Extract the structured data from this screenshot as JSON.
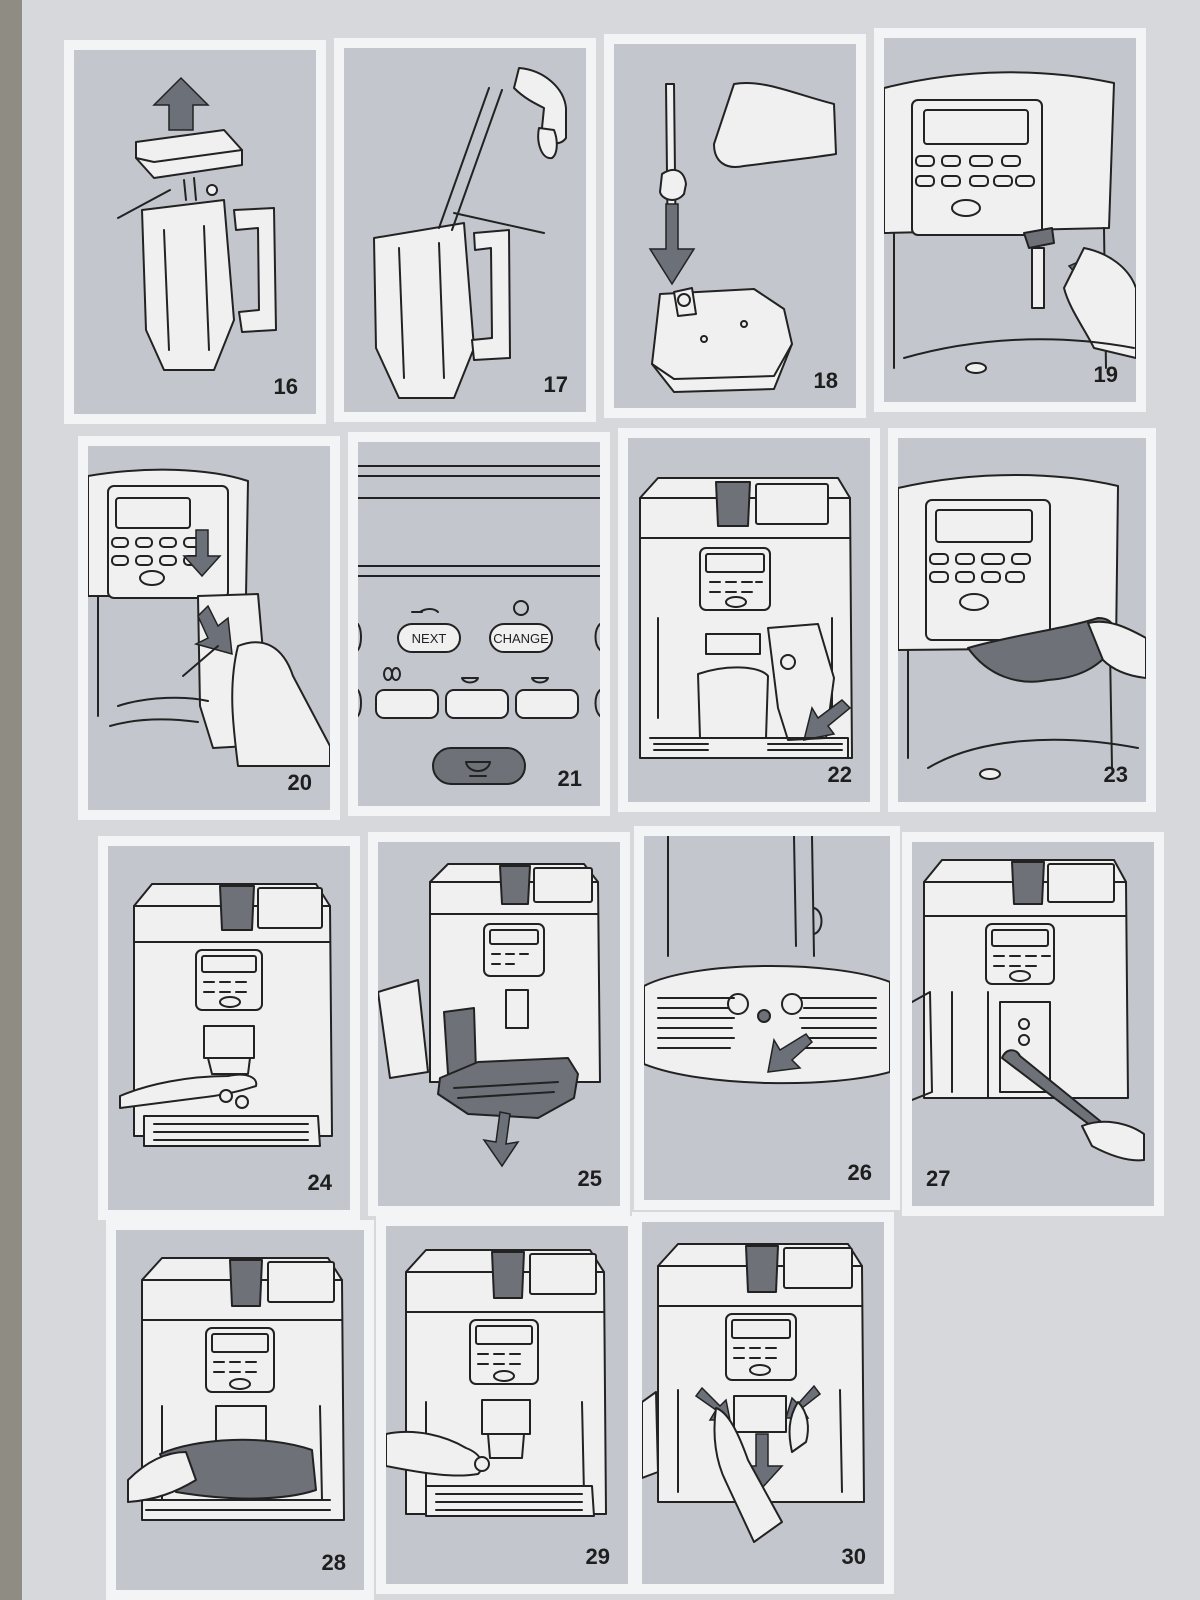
{
  "figures": [
    {
      "number": "16",
      "icon": "milk-jug-lid-lift"
    },
    {
      "number": "17",
      "icon": "milk-jug-tube-removal"
    },
    {
      "number": "18",
      "icon": "milk-container-insert"
    },
    {
      "number": "19",
      "icon": "machine-nozzle-removal"
    },
    {
      "number": "20",
      "icon": "machine-jug-insert"
    },
    {
      "number": "21",
      "icon": "control-panel-buttons"
    },
    {
      "number": "22",
      "icon": "machine-jug-attach"
    },
    {
      "number": "23",
      "icon": "machine-cloth-wipe"
    },
    {
      "number": "24",
      "icon": "machine-nozzle-clean"
    },
    {
      "number": "25",
      "icon": "machine-drip-tray-remove"
    },
    {
      "number": "26",
      "icon": "drip-tray-float"
    },
    {
      "number": "27",
      "icon": "machine-brush-clean"
    },
    {
      "number": "28",
      "icon": "machine-cloth-tray"
    },
    {
      "number": "29",
      "icon": "machine-spout-adjust"
    },
    {
      "number": "30",
      "icon": "machine-brew-unit-remove"
    }
  ],
  "control_panel": {
    "next_label": "NEXT",
    "change_label": "CHANGE"
  },
  "colors": {
    "sheet": "#d6d8dc",
    "panel_frame": "#f3f4f5",
    "panel_fill": "#c3c7cd",
    "accent_dark": "#6c7079"
  }
}
